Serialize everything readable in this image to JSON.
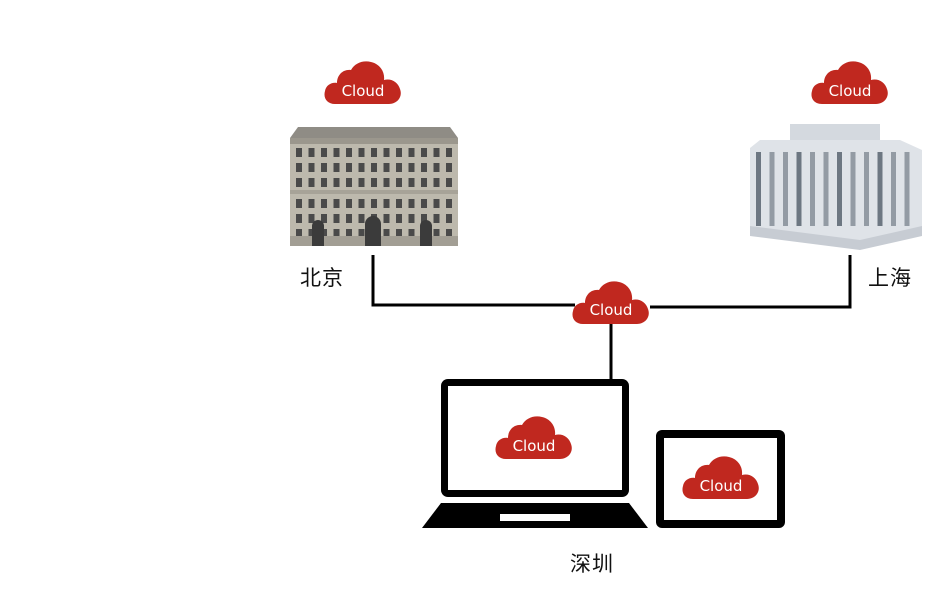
{
  "colors": {
    "cloud_red": "#c0281f",
    "line": "#000000",
    "device_frame": "#000000",
    "building_classic": "#bdb9ad",
    "building_modern": "#dfe3e8"
  },
  "clouds": {
    "beijing": "Cloud",
    "shanghai": "Cloud",
    "hub": "Cloud",
    "laptop": "Cloud",
    "tablet": "Cloud"
  },
  "cities": {
    "beijing": "北京",
    "shanghai": "上海",
    "shenzhen": "深圳"
  }
}
